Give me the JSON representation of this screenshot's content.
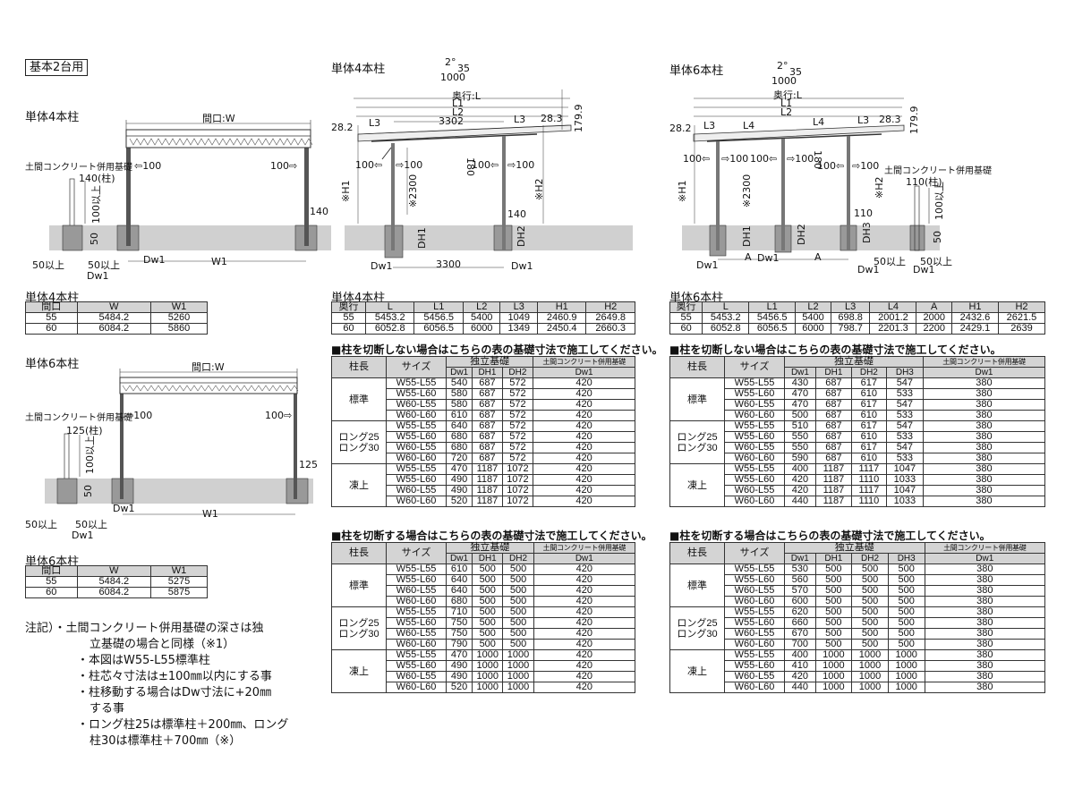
{
  "header": {
    "title": "基本2台用"
  },
  "diagrams": {
    "single4_front": {
      "title": "単体4本柱",
      "width_label": "間口:W",
      "doma": "土間コンクリート併用基礎",
      "post_label": "140(柱)",
      "d100": "100以上",
      "d50": "50",
      "c100a": "⇦100",
      "c100b": "100⇨",
      "d140": "140",
      "d50a": "50以上",
      "d50b": "50以上",
      "dw1a": "Dw1",
      "dw1b": "Dw1",
      "w1": "W1"
    },
    "single6_front": {
      "title": "単体6本柱",
      "width_label": "間口:W",
      "doma": "土間コンクリート併用基礎",
      "post_label": "125(柱)",
      "d100": "100以上",
      "d50": "50",
      "c100a": "⇦100",
      "c100b": "100⇨",
      "d125": "125",
      "d50a": "50以上",
      "d50b": "50以上",
      "dw1a": "Dw1",
      "dw1b": "Dw1",
      "w1": "W1"
    },
    "single4_side": {
      "title": "単体4本柱",
      "angle": "2°",
      "slope_top": "35",
      "slope_bot": "1000",
      "depth_label": "奥行:L",
      "l1": "L1",
      "l2": "L2",
      "l3a": "L3",
      "l3b": "L3",
      "span": "3302",
      "dim282": "28.2",
      "dim283": "28.3",
      "dim1799": "179.9",
      "dim180": "180",
      "h1": "※H1",
      "h2": "※H2",
      "h2300": "※2300",
      "c100a": "100⇦",
      "c100b": "⇨100",
      "c100c": "100⇦",
      "c100d": "⇨100",
      "d140": "140",
      "dh1": "DH1",
      "dh2": "DH2",
      "dw1a": "Dw1",
      "dw1b": "Dw1",
      "base": "3300"
    },
    "single6_side": {
      "title": "単体6本柱",
      "angle": "2°",
      "slope_top": "35",
      "slope_bot": "1000",
      "depth_label": "奥行:L",
      "l1": "L1",
      "l2": "L2",
      "l3a": "L3",
      "l3b": "L3",
      "l4a": "L4",
      "l4b": "L4",
      "dim282": "28.2",
      "dim283": "28.3",
      "dim1799": "179.9",
      "dim180": "180",
      "h1": "※H1",
      "h2": "※H2",
      "h2300": "※2300",
      "c100a": "100⇦",
      "c100b": "⇨100",
      "c100c": "100⇦",
      "c100d": "⇨100",
      "c100e": "100⇦",
      "c100f": "⇨100",
      "doma": "土間コンクリート併用基礎",
      "post_label": "110(柱)",
      "d110": "110",
      "d100": "100以上",
      "d50": "50",
      "dh1": "DH1",
      "dh2": "DH2",
      "dh3": "DH3",
      "dw1a": "Dw1",
      "dw1b": "Dw1",
      "dw1c": "Dw1",
      "dw1d": "Dw1",
      "a1": "A",
      "a2": "A",
      "d50a": "50以上",
      "d50b": "50以上"
    }
  },
  "tables": {
    "s4_w": {
      "title": "単体4本柱",
      "headers": [
        "間口",
        "W",
        "W1"
      ],
      "rows": [
        [
          "55",
          "5484.2",
          "5260"
        ],
        [
          "60",
          "6084.2",
          "5860"
        ]
      ]
    },
    "s6_w": {
      "title": "単体6本柱",
      "headers": [
        "間口",
        "W",
        "W1"
      ],
      "rows": [
        [
          "55",
          "5484.2",
          "5275"
        ],
        [
          "60",
          "6084.2",
          "5875"
        ]
      ]
    },
    "s4_l": {
      "title": "単体4本柱",
      "headers": [
        "奥行",
        "L",
        "L1",
        "L2",
        "L3",
        "H1",
        "H2"
      ],
      "rows": [
        [
          "55",
          "5453.2",
          "5456.5",
          "5400",
          "1049",
          "2460.9",
          "2649.8"
        ],
        [
          "60",
          "6052.8",
          "6056.5",
          "6000",
          "1349",
          "2450.4",
          "2660.3"
        ]
      ]
    },
    "s6_l": {
      "title": "単体6本柱",
      "headers": [
        "奥行",
        "L",
        "L1",
        "L2",
        "L3",
        "L4",
        "A",
        "H1",
        "H2"
      ],
      "rows": [
        [
          "55",
          "5453.2",
          "5456.5",
          "5400",
          "698.8",
          "2001.2",
          "2000",
          "2432.6",
          "2621.5"
        ],
        [
          "60",
          "6052.8",
          "6056.5",
          "6000",
          "798.7",
          "2201.3",
          "2200",
          "2429.1",
          "2639"
        ]
      ]
    },
    "s4_nocut": {
      "title": "■柱を切断しない場合はこちらの表の基礎寸法で施工してください。",
      "h_len": "柱長",
      "h_size": "サイズ",
      "h_ind": "独立基礎",
      "h_doma": "土間コンクリート併用基礎",
      "sub": [
        "Dw1",
        "DH1",
        "DH2",
        "Dw1"
      ],
      "groups": [
        {
          "label": "標準",
          "rows": [
            [
              "W55-L55",
              "540",
              "687",
              "572",
              "420"
            ],
            [
              "W55-L60",
              "580",
              "687",
              "572",
              "420"
            ],
            [
              "W60-L55",
              "580",
              "687",
              "572",
              "420"
            ],
            [
              "W60-L60",
              "610",
              "687",
              "572",
              "420"
            ]
          ]
        },
        {
          "label": "ロング25\nロング30",
          "rows": [
            [
              "W55-L55",
              "640",
              "687",
              "572",
              "420"
            ],
            [
              "W55-L60",
              "680",
              "687",
              "572",
              "420"
            ],
            [
              "W60-L55",
              "680",
              "687",
              "572",
              "420"
            ],
            [
              "W60-L60",
              "720",
              "687",
              "572",
              "420"
            ]
          ]
        },
        {
          "label": "凍上",
          "rows": [
            [
              "W55-L55",
              "470",
              "1187",
              "1072",
              "420"
            ],
            [
              "W55-L60",
              "490",
              "1187",
              "1072",
              "420"
            ],
            [
              "W60-L55",
              "490",
              "1187",
              "1072",
              "420"
            ],
            [
              "W60-L60",
              "520",
              "1187",
              "1072",
              "420"
            ]
          ]
        }
      ]
    },
    "s4_cut": {
      "title": "■柱を切断する場合はこちらの表の基礎寸法で施工してください。",
      "h_len": "柱長",
      "h_size": "サイズ",
      "h_ind": "独立基礎",
      "h_doma": "土間コンクリート併用基礎",
      "sub": [
        "Dw1",
        "DH1",
        "DH2",
        "Dw1"
      ],
      "groups": [
        {
          "label": "標準",
          "rows": [
            [
              "W55-L55",
              "610",
              "500",
              "500",
              "420"
            ],
            [
              "W55-L60",
              "640",
              "500",
              "500",
              "420"
            ],
            [
              "W60-L55",
              "640",
              "500",
              "500",
              "420"
            ],
            [
              "W60-L60",
              "680",
              "500",
              "500",
              "420"
            ]
          ]
        },
        {
          "label": "ロング25\nロング30",
          "rows": [
            [
              "W55-L55",
              "710",
              "500",
              "500",
              "420"
            ],
            [
              "W55-L60",
              "750",
              "500",
              "500",
              "420"
            ],
            [
              "W60-L55",
              "750",
              "500",
              "500",
              "420"
            ],
            [
              "W60-L60",
              "790",
              "500",
              "500",
              "420"
            ]
          ]
        },
        {
          "label": "凍上",
          "rows": [
            [
              "W55-L55",
              "470",
              "1000",
              "1000",
              "420"
            ],
            [
              "W55-L60",
              "490",
              "1000",
              "1000",
              "420"
            ],
            [
              "W60-L55",
              "490",
              "1000",
              "1000",
              "420"
            ],
            [
              "W60-L60",
              "520",
              "1000",
              "1000",
              "420"
            ]
          ]
        }
      ]
    },
    "s6_nocut": {
      "title": "■柱を切断しない場合はこちらの表の基礎寸法で施工してください。",
      "h_len": "柱長",
      "h_size": "サイズ",
      "h_ind": "独立基礎",
      "h_doma": "土間コンクリート併用基礎",
      "sub": [
        "Dw1",
        "DH1",
        "DH2",
        "DH3",
        "Dw1"
      ],
      "groups": [
        {
          "label": "標準",
          "rows": [
            [
              "W55-L55",
              "430",
              "687",
              "617",
              "547",
              "380"
            ],
            [
              "W55-L60",
              "470",
              "687",
              "610",
              "533",
              "380"
            ],
            [
              "W60-L55",
              "470",
              "687",
              "617",
              "547",
              "380"
            ],
            [
              "W60-L60",
              "500",
              "687",
              "610",
              "533",
              "380"
            ]
          ]
        },
        {
          "label": "ロング25\nロング30",
          "rows": [
            [
              "W55-L55",
              "510",
              "687",
              "617",
              "547",
              "380"
            ],
            [
              "W55-L60",
              "550",
              "687",
              "610",
              "533",
              "380"
            ],
            [
              "W60-L55",
              "550",
              "687",
              "617",
              "547",
              "380"
            ],
            [
              "W60-L60",
              "590",
              "687",
              "610",
              "533",
              "380"
            ]
          ]
        },
        {
          "label": "凍上",
          "rows": [
            [
              "W55-L55",
              "400",
              "1187",
              "1117",
              "1047",
              "380"
            ],
            [
              "W55-L60",
              "420",
              "1187",
              "1110",
              "1033",
              "380"
            ],
            [
              "W60-L55",
              "420",
              "1187",
              "1117",
              "1047",
              "380"
            ],
            [
              "W60-L60",
              "440",
              "1187",
              "1110",
              "1033",
              "380"
            ]
          ]
        }
      ]
    },
    "s6_cut": {
      "title": "■柱を切断する場合はこちらの表の基礎寸法で施工してください。",
      "h_len": "柱長",
      "h_size": "サイズ",
      "h_ind": "独立基礎",
      "h_doma": "土間コンクリート併用基礎",
      "sub": [
        "Dw1",
        "DH1",
        "DH2",
        "DH3",
        "Dw1"
      ],
      "groups": [
        {
          "label": "標準",
          "rows": [
            [
              "W55-L55",
              "530",
              "500",
              "500",
              "500",
              "380"
            ],
            [
              "W55-L60",
              "560",
              "500",
              "500",
              "500",
              "380"
            ],
            [
              "W60-L55",
              "570",
              "500",
              "500",
              "500",
              "380"
            ],
            [
              "W60-L60",
              "600",
              "500",
              "500",
              "500",
              "380"
            ]
          ]
        },
        {
          "label": "ロング25\nロング30",
          "rows": [
            [
              "W55-L55",
              "620",
              "500",
              "500",
              "500",
              "380"
            ],
            [
              "W55-L60",
              "660",
              "500",
              "500",
              "500",
              "380"
            ],
            [
              "W60-L55",
              "670",
              "500",
              "500",
              "500",
              "380"
            ],
            [
              "W60-L60",
              "700",
              "500",
              "500",
              "500",
              "380"
            ]
          ]
        },
        {
          "label": "凍上",
          "rows": [
            [
              "W55-L55",
              "400",
              "1000",
              "1000",
              "1000",
              "380"
            ],
            [
              "W55-L60",
              "410",
              "1000",
              "1000",
              "1000",
              "380"
            ],
            [
              "W60-L55",
              "420",
              "1000",
              "1000",
              "1000",
              "380"
            ],
            [
              "W60-L60",
              "440",
              "1000",
              "1000",
              "1000",
              "380"
            ]
          ]
        }
      ]
    }
  },
  "notes": {
    "label": "注記）",
    "items": [
      "・土間コンクリート併用基礎の深さは独",
      "立基礎の場合と同様（※1）",
      "・本図はW55-L55標準柱",
      "・柱芯々寸法は±100㎜以内にする事",
      "・柱移動する場合はDw寸法に+20㎜",
      "する事",
      "・ロング柱25は標準柱＋200㎜、ロング",
      "柱30は標準柱＋700㎜（※）"
    ]
  }
}
